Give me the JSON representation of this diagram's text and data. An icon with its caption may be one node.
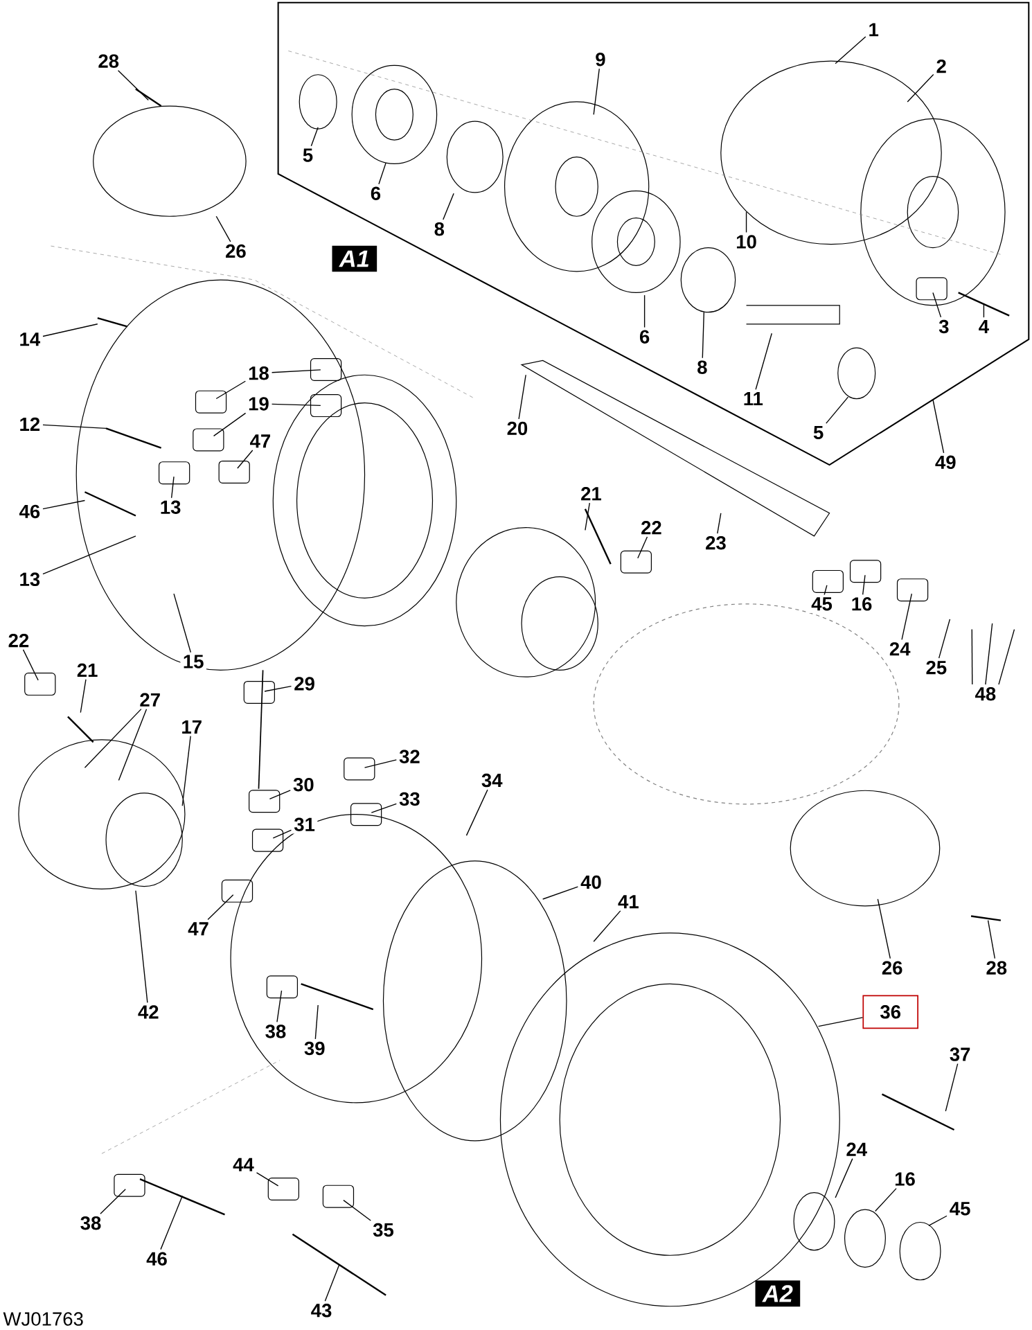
{
  "diagram": {
    "nodes": [
      {
        "text": [],
        "shape": "box"
      },
      {
        "text": [
          "1"
        ],
        "in": 0
      },
      {
        "text": [
          "2"
        ],
        "in": 0
      },
      {
        "text": [
          "9"
        ],
        "in": 0
      },
      {
        "text": [
          "5"
        ],
        "in": 0
      },
      {
        "text": [
          "6"
        ],
        "in": 0
      },
      {
        "text": [
          "8"
        ],
        "in": 0
      },
      {
        "text": [
          "10"
        ],
        "in": 0
      },
      {
        "text": [
          "3"
        ],
        "in": 0
      },
      {
        "text": [
          "4"
        ],
        "in": 0
      },
      {
        "text": [
          "6"
        ],
        "in": 0
      },
      {
        "text": [
          "8"
        ],
        "in": 0
      },
      {
        "text": [
          "11"
        ],
        "in": 0
      },
      {
        "text": [
          "5"
        ],
        "in": 0
      },
      {
        "text": [
          "20"
        ]
      },
      {
        "text": [
          "49"
        ]
      },
      {
        "text": [
          "28"
        ]
      },
      {
        "text": [
          "26"
        ]
      },
      {
        "text": [
          "14"
        ]
      },
      {
        "text": [
          "18"
        ]
      },
      {
        "text": [
          "19"
        ]
      },
      {
        "text": [
          "12"
        ]
      },
      {
        "text": [
          "47"
        ]
      },
      {
        "text": [
          "13"
        ]
      },
      {
        "text": [
          "46"
        ]
      },
      {
        "text": [
          "13"
        ]
      },
      {
        "text": [
          "15"
        ]
      },
      {
        "text": [
          "21"
        ]
      },
      {
        "text": [
          "22"
        ]
      },
      {
        "text": [
          "23"
        ]
      },
      {
        "text": [
          "45"
        ]
      },
      {
        "text": [
          "16"
        ]
      },
      {
        "text": [
          "24"
        ]
      },
      {
        "text": [
          "25"
        ]
      },
      {
        "text": [
          "48"
        ]
      },
      {
        "text": [
          "22"
        ]
      },
      {
        "text": [
          "21"
        ]
      },
      {
        "text": [
          "27"
        ]
      },
      {
        "text": [
          "17"
        ]
      },
      {
        "text": [
          "29"
        ]
      },
      {
        "text": [
          "32"
        ]
      },
      {
        "text": [
          "30"
        ]
      },
      {
        "text": [
          "33"
        ]
      },
      {
        "text": [
          "34"
        ]
      },
      {
        "text": [
          "31"
        ]
      },
      {
        "text": [
          "40"
        ]
      },
      {
        "text": [
          "41"
        ]
      },
      {
        "text": [
          "47"
        ]
      },
      {
        "text": [
          "42"
        ]
      },
      {
        "text": [
          "26"
        ]
      },
      {
        "text": [
          "28"
        ]
      },
      {
        "text": [
          "36"
        ]
      },
      {
        "text": [
          "38"
        ]
      },
      {
        "text": [
          "39"
        ]
      },
      {
        "text": [
          "37"
        ]
      },
      {
        "text": [
          "24"
        ]
      },
      {
        "text": [
          "16"
        ]
      },
      {
        "text": [
          "45"
        ]
      },
      {
        "text": [
          "44"
        ]
      },
      {
        "text": [
          "38"
        ]
      },
      {
        "text": [
          "46"
        ]
      },
      {
        "text": [
          "35"
        ]
      },
      {
        "text": [
          "43"
        ]
      }
    ],
    "edges": [
      {
        "from": 1,
        "to": null,
        "arrow": "none"
      },
      {
        "from": 2,
        "to": null,
        "arrow": "none"
      },
      {
        "from": 3,
        "to": null,
        "arrow": "none"
      },
      {
        "from": 4,
        "to": null,
        "arrow": "none"
      },
      {
        "from": 5,
        "to": null,
        "arrow": "none"
      },
      {
        "from": 6,
        "to": null,
        "arrow": "none"
      },
      {
        "from": 7,
        "to": null,
        "arrow": "none"
      },
      {
        "from": 8,
        "to": null,
        "arrow": "none"
      },
      {
        "from": 9,
        "to": null,
        "arrow": "none"
      },
      {
        "from": 10,
        "to": null,
        "arrow": "none"
      },
      {
        "from": 11,
        "to": null,
        "arrow": "none"
      },
      {
        "from": 12,
        "to": null,
        "arrow": "none"
      },
      {
        "from": 13,
        "to": null,
        "arrow": "none"
      },
      {
        "from": 14,
        "to": null,
        "arrow": "none"
      },
      {
        "from": 15,
        "to": 0,
        "arrow": "none"
      },
      {
        "from": 16,
        "to": null,
        "arrow": "none"
      },
      {
        "from": 17,
        "to": null,
        "arrow": "none"
      },
      {
        "from": 18,
        "to": null,
        "arrow": "none"
      },
      {
        "from": 19,
        "to": null,
        "arrow": "none"
      },
      {
        "from": 19,
        "to": null,
        "arrow": "none"
      },
      {
        "from": 20,
        "to": null,
        "arrow": "none"
      },
      {
        "from": 20,
        "to": null,
        "arrow": "none"
      },
      {
        "from": 21,
        "to": null,
        "arrow": "none"
      },
      {
        "from": 22,
        "to": null,
        "arrow": "none"
      },
      {
        "from": 23,
        "to": null,
        "arrow": "none"
      },
      {
        "from": 24,
        "to": null,
        "arrow": "none"
      },
      {
        "from": 25,
        "to": null,
        "arrow": "none"
      },
      {
        "from": 26,
        "to": null,
        "arrow": "none"
      },
      {
        "from": 27,
        "to": null,
        "arrow": "none"
      },
      {
        "from": 28,
        "to": null,
        "arrow": "none"
      },
      {
        "from": 29,
        "to": null,
        "arrow": "none"
      },
      {
        "from": 30,
        "to": null,
        "arrow": "none"
      },
      {
        "from": 31,
        "to": null,
        "arrow": "none"
      },
      {
        "from": 32,
        "to": null,
        "arrow": "none"
      },
      {
        "from": 33,
        "to": null,
        "arrow": "none"
      },
      {
        "from": 34,
        "to": null,
        "arrow": "none"
      },
      {
        "from": 34,
        "to": null,
        "arrow": "none"
      },
      {
        "from": 34,
        "to": null,
        "arrow": "none"
      },
      {
        "from": 35,
        "to": null,
        "arrow": "none"
      },
      {
        "from": 36,
        "to": null,
        "arrow": "none"
      },
      {
        "from": 37,
        "to": null,
        "arrow": "none"
      },
      {
        "from": 37,
        "to": null,
        "arrow": "none"
      },
      {
        "from": 38,
        "to": null,
        "arrow": "none"
      },
      {
        "from": 39,
        "to": null,
        "arrow": "none"
      },
      {
        "from": 40,
        "to": null,
        "arrow": "none"
      },
      {
        "from": 41,
        "to": null,
        "arrow": "none"
      },
      {
        "from": 42,
        "to": null,
        "arrow": "none"
      },
      {
        "from": 43,
        "to": null,
        "arrow": "none"
      },
      {
        "from": 44,
        "to": null,
        "arrow": "none"
      },
      {
        "from": 45,
        "to": null,
        "arrow": "none"
      },
      {
        "from": 46,
        "to": null,
        "arrow": "none"
      },
      {
        "from": 47,
        "to": null,
        "arrow": "none"
      },
      {
        "from": 48,
        "to": null,
        "arrow": "none"
      },
      {
        "from": 49,
        "to": null,
        "arrow": "none"
      },
      {
        "from": 50,
        "to": null,
        "arrow": "none"
      },
      {
        "from": 51,
        "to": null,
        "arrow": "none"
      },
      {
        "from": 52,
        "to": null,
        "arrow": "none"
      },
      {
        "from": 53,
        "to": null,
        "arrow": "none"
      },
      {
        "from": 54,
        "to": null,
        "arrow": "none"
      },
      {
        "from": 55,
        "to": null,
        "arrow": "none"
      },
      {
        "from": 56,
        "to": null,
        "arrow": "none"
      },
      {
        "from": 57,
        "to": null,
        "arrow": "none"
      },
      {
        "from": 58,
        "to": null,
        "arrow": "none"
      },
      {
        "from": 59,
        "to": null,
        "arrow": "none"
      },
      {
        "from": 60,
        "to": null,
        "arrow": "none"
      },
      {
        "from": 61,
        "to": null,
        "arrow": "none"
      },
      {
        "from": 62,
        "to": null,
        "arrow": "none"
      }
    ],
    "labels": [
      "A1",
      "A2",
      "WJ01763"
    ]
  }
}
